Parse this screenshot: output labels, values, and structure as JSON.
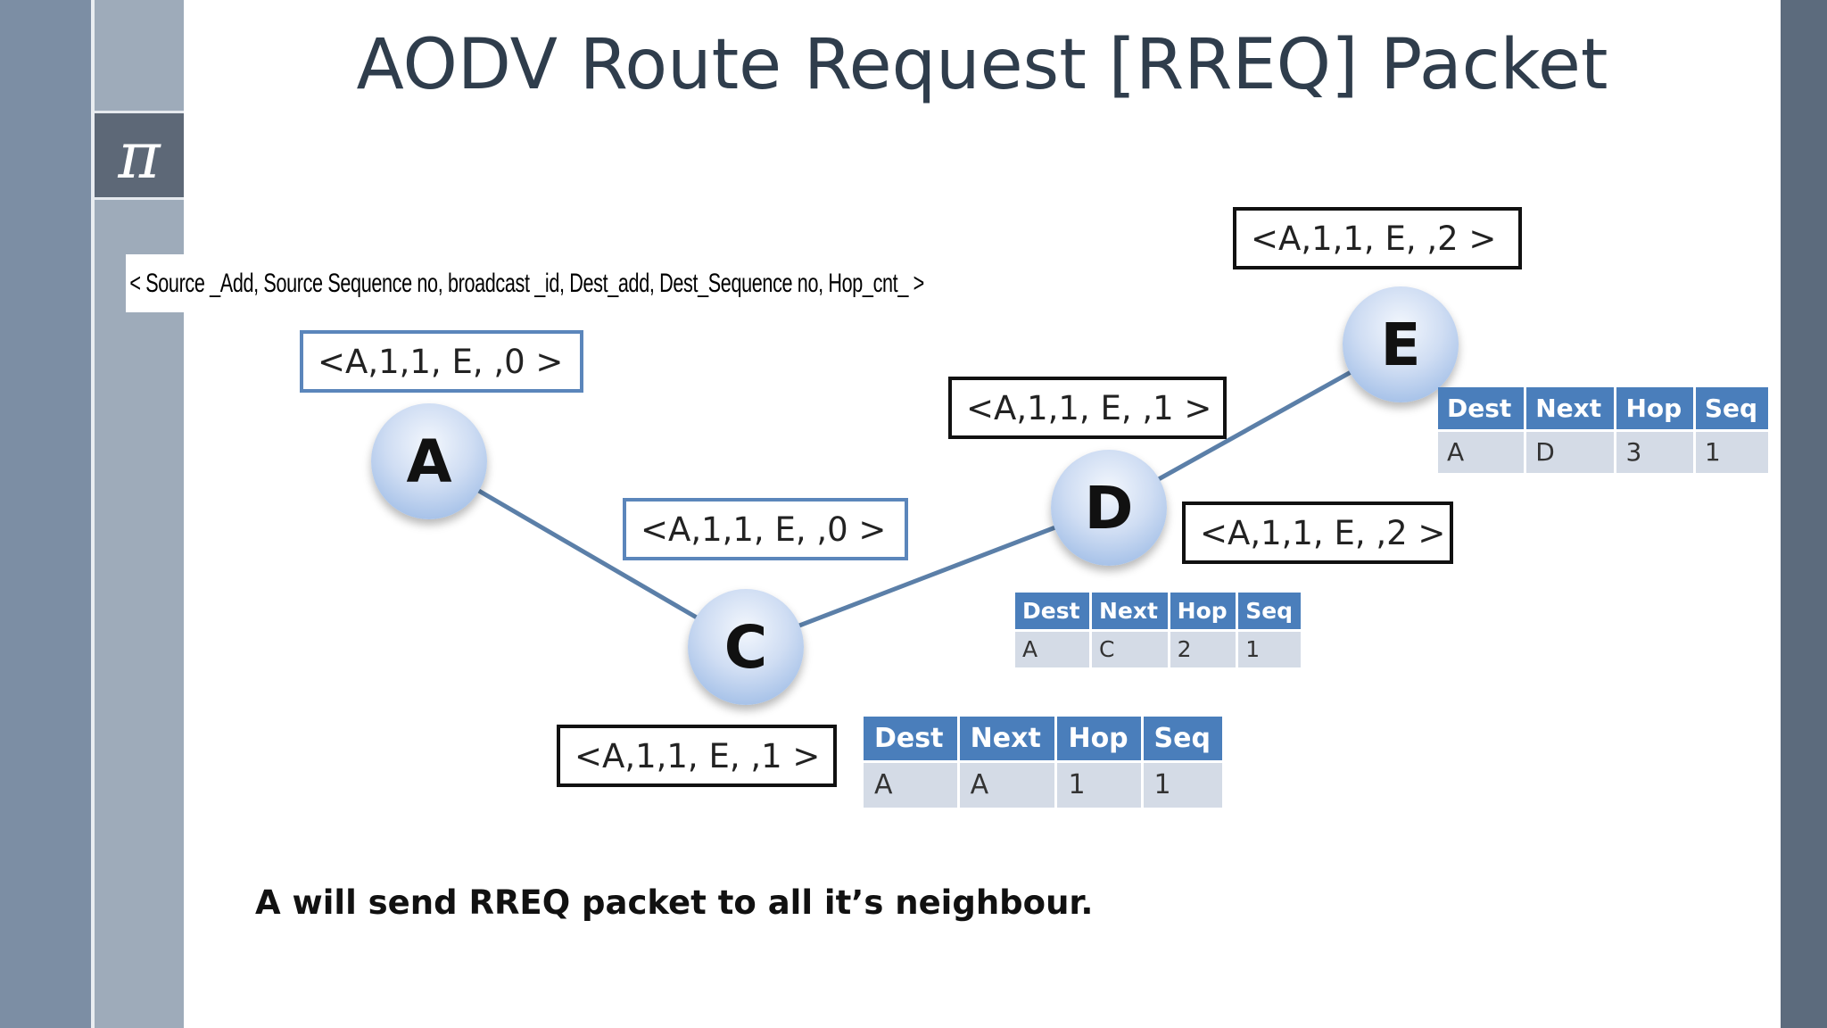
{
  "slide": {
    "title": "AODV Route Request [RREQ]  Packet",
    "pi_symbol": "π",
    "format": "< Source _Add, Source Sequence no, broadcast _id, Dest_add, Dest_Sequence no, Hop_cnt_ >",
    "caption": "A will send RREQ packet to all it’s neighbour."
  },
  "colors": {
    "edge": "#5b7fa8",
    "table_header": "#4a7ebb",
    "table_row": "#d4dbe6",
    "band_left": "#7c8ea4",
    "band_right": "#5c6b7d"
  },
  "nodes": [
    {
      "id": "A",
      "label": "A"
    },
    {
      "id": "C",
      "label": "C"
    },
    {
      "id": "D",
      "label": "D"
    },
    {
      "id": "E",
      "label": "E"
    }
  ],
  "edges": [
    {
      "from": "A",
      "to": "C"
    },
    {
      "from": "C",
      "to": "D"
    },
    {
      "from": "D",
      "to": "E"
    }
  ],
  "packets": {
    "a_top": "<A,1,1, E,   ,0 >",
    "c_top": "<A,1,1, E,   ,0 >",
    "c_bottom": "<A,1,1, E,   ,1 >",
    "d_top": "<A,1,1, E,   ,1 >",
    "d_right": "<A,1,1, E,   ,2 >",
    "e_top": "<A,1,1, E,   ,2 >"
  },
  "tables": {
    "c": {
      "headers": [
        "Dest",
        "Next",
        "Hop",
        "Seq"
      ],
      "row": [
        "A",
        "A",
        "1",
        "1"
      ]
    },
    "d": {
      "headers": [
        "Dest",
        "Next",
        "Hop",
        "Seq"
      ],
      "row": [
        "A",
        "C",
        "2",
        "1"
      ]
    },
    "e": {
      "headers": [
        "Dest",
        "Next",
        "Hop",
        "Seq"
      ],
      "row": [
        "A",
        "D",
        "3",
        "1"
      ]
    }
  }
}
